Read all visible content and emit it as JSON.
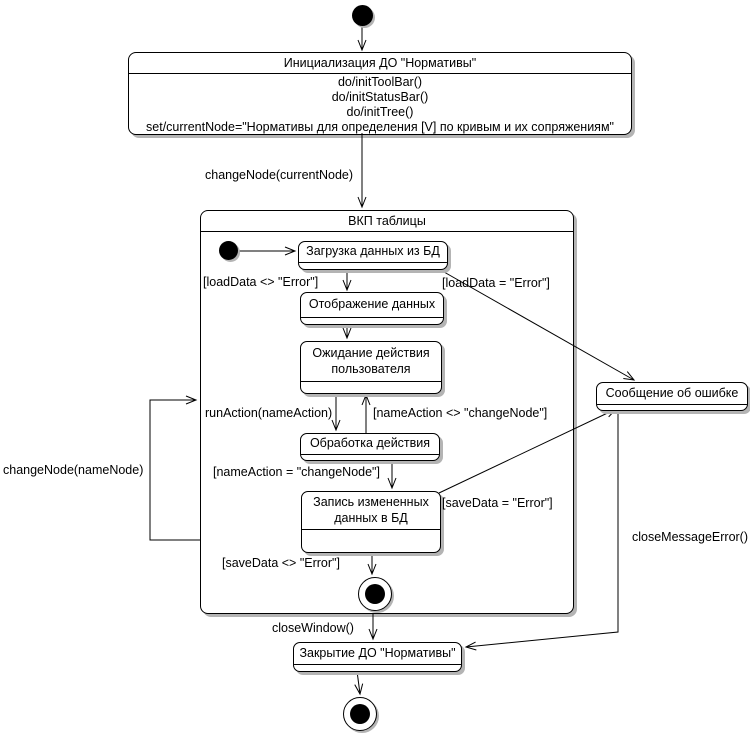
{
  "diagram": {
    "states": {
      "init": {
        "title": "Инициализация ДО \"Нормативы\"",
        "actions": [
          "do/initToolBar()",
          "do/initStatusBar()",
          "do/initTree()",
          "set/currentNode=\"Нормативы для определения [V] по кривым и их сопряжениям\""
        ]
      },
      "vkp": {
        "title": "ВКП таблицы"
      },
      "load": {
        "title": "Загрузка данных из БД"
      },
      "display": {
        "title": "Отображение данных"
      },
      "wait": {
        "title": "Ожидание действия пользователя"
      },
      "process": {
        "title": "Обработка действия"
      },
      "save": {
        "title": "Запись измененных данных в БД"
      },
      "error": {
        "title": "Сообщение об ошибке"
      },
      "close": {
        "title": "Закрытие ДО \"Нормативы\""
      }
    },
    "labels": {
      "change_node_current": "changeNode(currentNode)",
      "load_ok": "[loadData <> \"Error\"]",
      "load_error": "[loadData = \"Error\"]",
      "run_action": "runAction(nameAction)",
      "name_action_neq": "[nameAction <> \"changeNode\"]",
      "name_action_eq": "[nameAction = \"changeNode\"]",
      "save_error": "[saveData = \"Error\"]",
      "save_ok": "[saveData <> \"Error\"]",
      "change_node_name": "changeNode(nameNode)",
      "close_window": "closeWindow()",
      "close_message_error": "closeMessageError()"
    },
    "colors": {
      "line": "#000000",
      "fill": "#ffffff",
      "shadow": "#b4b4b4"
    }
  }
}
